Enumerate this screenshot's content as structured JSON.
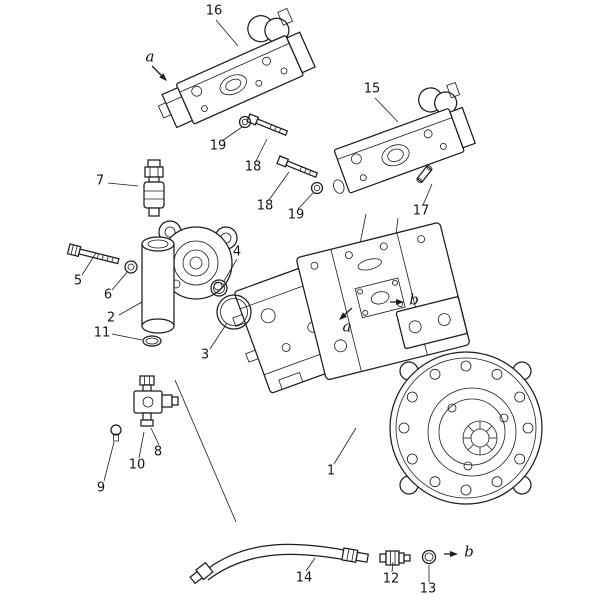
{
  "figure": {
    "kind": "exploded-parts-diagram",
    "background_color": "#ffffff",
    "line_color": "#1c1c1c"
  },
  "labels": {
    "1": "1",
    "2": "2",
    "3": "3",
    "4": "4",
    "5": "5",
    "6": "6",
    "7": "7",
    "8": "8",
    "9": "9",
    "10": "10",
    "11": "11",
    "12": "12",
    "13": "13",
    "14": "14",
    "15": "15",
    "16": "16",
    "17": "17",
    "18": "18",
    "19": "19",
    "a": "a",
    "b": "b"
  }
}
